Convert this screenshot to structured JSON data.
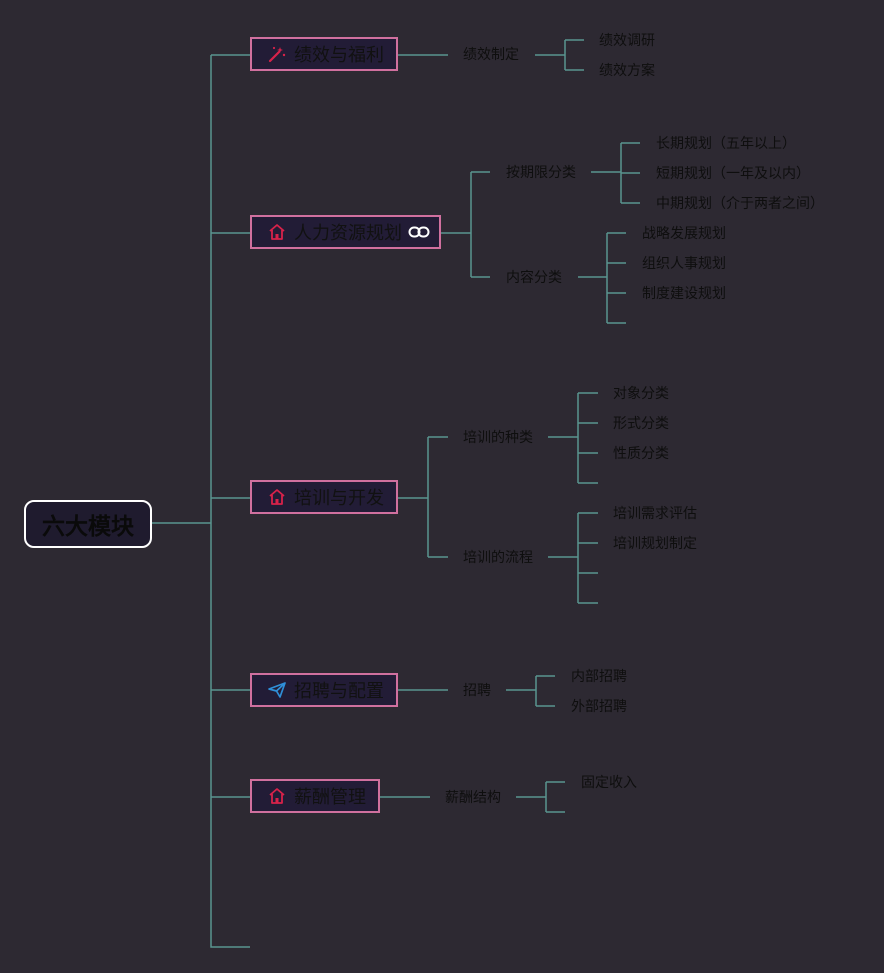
{
  "root": {
    "label": "六大模块"
  },
  "topics": {
    "t1": {
      "label": "绩效与福利",
      "icon": "magic-wand-icon",
      "sub": {
        "s1": {
          "label": "绩效制定",
          "leaves": [
            "绩效调研",
            "绩效方案"
          ]
        }
      }
    },
    "t2": {
      "label": "人力资源规划",
      "icon": "home-icon",
      "extra_icon": "link-icon",
      "sub": {
        "s1": {
          "label": "按期限分类",
          "leaves": [
            "长期规划（五年以上）",
            "短期规划（一年及以内）",
            "中期规划（介于两者之间）"
          ]
        },
        "s2": {
          "label": "内容分类",
          "leaves": [
            "战略发展规划",
            "组织人事规划",
            "制度建设规划"
          ]
        }
      }
    },
    "t3": {
      "label": "培训与开发",
      "icon": "home-icon",
      "sub": {
        "s1": {
          "label": "培训的种类",
          "leaves": [
            "对象分类",
            "形式分类",
            "性质分类"
          ]
        },
        "s2": {
          "label": "培训的流程",
          "leaves": [
            "培训需求评估",
            "培训规划制定"
          ]
        }
      }
    },
    "t4": {
      "label": "招聘与配置",
      "icon": "paper-plane-icon",
      "sub": {
        "s1": {
          "label": "招聘",
          "leaves": [
            "内部招聘",
            "外部招聘"
          ]
        }
      }
    },
    "t5": {
      "label": "薪酬管理",
      "icon": "home-icon",
      "sub": {
        "s1": {
          "label": "薪酬结构",
          "leaves": [
            "固定收入"
          ]
        }
      }
    }
  },
  "colors": {
    "background": "#2d2932",
    "line": "#5a9590",
    "topic_border": "#d0709f",
    "topic_fill": "#221c36",
    "icon_red": "#d8224a",
    "icon_blue": "#2f8fd8"
  }
}
